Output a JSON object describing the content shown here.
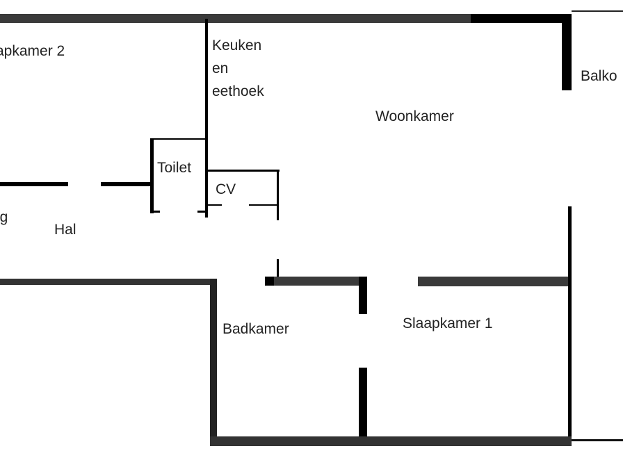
{
  "floorplan": {
    "rooms": {
      "slaapkamer2": "apkamer 2",
      "keuken_line1": "Keuken",
      "keuken_line2": "en",
      "keuken_line3": "eethoek",
      "woonkamer": "Woonkamer",
      "balkon": "Balko",
      "toilet": "Toilet",
      "cv": "CV",
      "entree": "ng",
      "hal": "Hal",
      "badkamer": "Badkamer",
      "slaapkamer1": "Slaapkamer 1"
    },
    "colors": {
      "wall_dark": "#333333",
      "wall_black": "#000000"
    }
  }
}
